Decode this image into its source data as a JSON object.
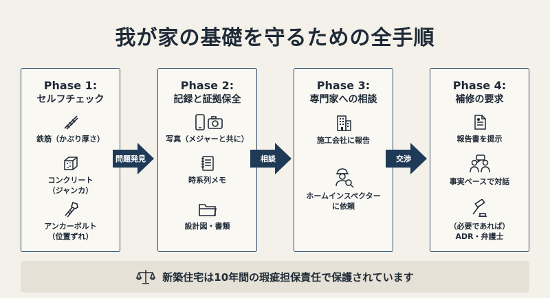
{
  "title": "我が家の基礎を守るための全手順",
  "phases": [
    {
      "phase": "Phase 1:",
      "subtitle": "セルフチェック",
      "items": [
        {
          "label": "鉄筋（かぶり厚さ）",
          "icon": "rebar-icon"
        },
        {
          "label": "コンクリート\n（ジャンカ）",
          "icon": "concrete-block-icon"
        },
        {
          "label": "アンカーボルト\n（位置ずれ）",
          "icon": "anchor-bolt-icon"
        }
      ]
    },
    {
      "phase": "Phase 2:",
      "subtitle": "記録と証拠保全",
      "items": [
        {
          "label": "写真（メジャーと共に）",
          "icon": "phone-camera-icon"
        },
        {
          "label": "時系列メモ",
          "icon": "notebook-icon"
        },
        {
          "label": "設計図・書類",
          "icon": "folder-icon"
        }
      ]
    },
    {
      "phase": "Phase 3:",
      "subtitle": "専門家への相談",
      "items": [
        {
          "label": "施工会社に報告",
          "icon": "building-icon"
        },
        {
          "label": "ホームインスペクター\nに依頼",
          "icon": "inspector-icon"
        }
      ]
    },
    {
      "phase": "Phase 4:",
      "subtitle": "補修の要求",
      "items": [
        {
          "label": "報告書を提示",
          "icon": "report-icon"
        },
        {
          "label": "事実ベースで対話",
          "icon": "dialogue-icon"
        },
        {
          "label": "（必要であれば）\nADR・弁護士",
          "icon": "gavel-icon"
        }
      ]
    }
  ],
  "arrows": [
    "問題発見",
    "相談",
    "交渉"
  ],
  "footer": {
    "text": "新築住宅は10年間の瑕疵担保責任で保護されています",
    "icon": "scales-icon"
  },
  "colors": {
    "background": "#f4f1ea",
    "card_border": "#2c4a66",
    "arrow": "#1f3a56",
    "footer_bg": "#e6e1d6"
  }
}
